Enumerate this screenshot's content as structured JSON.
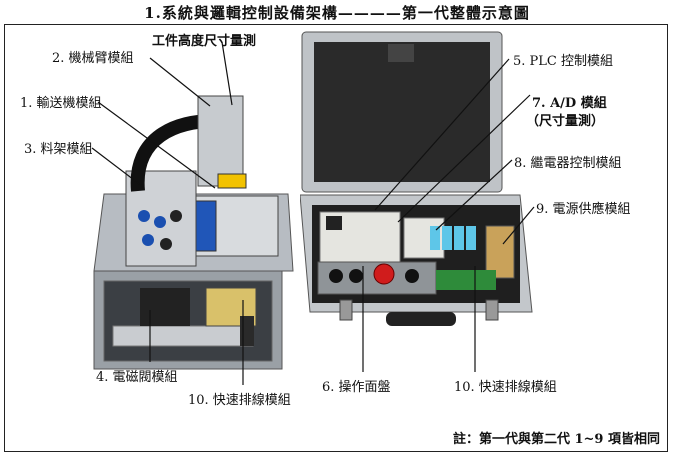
{
  "title": "1.系統與邏輯控制設備架構————第一代整體示意圖",
  "labels": {
    "l1": "1. 輸送機模組",
    "l2": "2. 機械臂模組",
    "l3": "3. 料架模組",
    "l4": "4. 電磁閥模組",
    "l5": "5. PLC 控制模組",
    "l6": "6. 操作面盤",
    "l7a": "7. A/D 模組",
    "l7b": "（尺寸量測）",
    "l8": "8. 繼電器控制模組",
    "l9": "9. 電源供應模組",
    "l10a": "10. 快速排線模組",
    "l10b": "10. 快速排線模組",
    "workpiece": "工件高度尺寸量測"
  },
  "note": "註：第一代與第二代 1~9 項皆相同"
}
